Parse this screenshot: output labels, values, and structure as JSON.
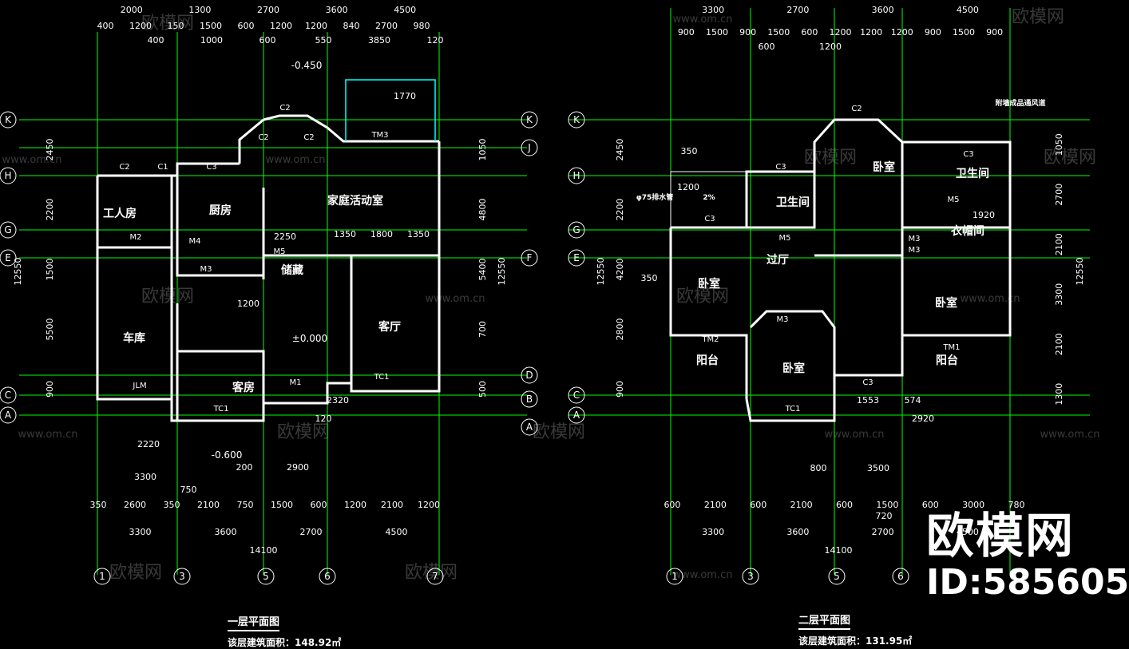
{
  "plans": [
    {
      "title": "一层平面图",
      "area_label": "该层建筑面积：148.92㎡",
      "rooms": [
        "工人房",
        "厨房",
        "家庭活动室",
        "车库",
        "储藏",
        "客厅",
        "客房"
      ],
      "level_marks": [
        "-0.450",
        "±0.000",
        "-0.600"
      ],
      "top_dims_row1": [
        "2000",
        "1300",
        "2700",
        "3600",
        "4500"
      ],
      "top_dims_row2": [
        "400",
        "1200",
        "150",
        "1500",
        "600",
        "1200",
        "1200",
        "840",
        "2700",
        "980"
      ],
      "top_dims_row3": [
        "400",
        "1000",
        "600",
        "550",
        "3850",
        "120"
      ],
      "bottom_dims_row1": [
        "350",
        "2600",
        "350",
        "2100",
        "750",
        "1500",
        "600",
        "1200",
        "2100",
        "1200"
      ],
      "bottom_dims_row2": [
        "3300",
        "3600",
        "2700",
        "4500"
      ],
      "bottom_total": "14100",
      "left_dims": [
        "2450",
        "2200",
        "1500",
        "5500",
        "900"
      ],
      "left_total": "12550",
      "right_dims": [
        "1050",
        "4800",
        "5400",
        "700",
        "500"
      ],
      "right_total": "12550",
      "axis_left": [
        "K",
        "H",
        "G",
        "E",
        "C",
        "A"
      ],
      "axis_right": [
        "K",
        "J",
        "F",
        "D",
        "B",
        "A"
      ],
      "axis_bottom": [
        "1",
        "3",
        "5",
        "6",
        "7"
      ],
      "window_labels": [
        "C2",
        "C1",
        "C3",
        "C2",
        "C2",
        "C2",
        "TM3",
        "TC1",
        "TC1",
        "JLM",
        "M1",
        "M2",
        "M3",
        "M4",
        "M5"
      ],
      "inner_dims": [
        "1770",
        "1350",
        "1800",
        "1350",
        "1200",
        "2250",
        "2220",
        "3300",
        "2900",
        "2320",
        "120",
        "750",
        "200"
      ]
    },
    {
      "title": "二层平面图",
      "area_label": "该层建筑面积：131.95㎡",
      "rooms": [
        "卧室",
        "卫生间",
        "卫生间",
        "衣帽间",
        "过厅",
        "卧室",
        "卧室",
        "卧室",
        "阳台",
        "阳台"
      ],
      "notes": [
        "附墙成品通风道",
        "φ75排水管",
        "2%"
      ],
      "top_dims_row1": [
        "3300",
        "2700",
        "3600",
        "4500"
      ],
      "top_dims_row2": [
        "900",
        "1500",
        "900",
        "1500",
        "600",
        "1200",
        "1200",
        "1200",
        "900",
        "1500",
        "900"
      ],
      "top_dims_row3": [
        "600",
        "1200"
      ],
      "bottom_dims_row1": [
        "600",
        "2100",
        "600",
        "2100",
        "600",
        "1500",
        "600",
        "3000",
        "780"
      ],
      "bottom_dims_row2": [
        "3300",
        "3600",
        "2700",
        "4500"
      ],
      "bottom_total": "14100",
      "left_dims": [
        "2450",
        "2200",
        "4200",
        "2800",
        "900"
      ],
      "left_total": "12550",
      "right_dims": [
        "1050",
        "2700",
        "2100",
        "3300",
        "2100",
        "1300"
      ],
      "right_total": "12550",
      "axis_left": [
        "K",
        "H",
        "G",
        "E",
        "C",
        "A"
      ],
      "axis_bottom": [
        "1",
        "3",
        "5",
        "6"
      ],
      "window_labels": [
        "C2",
        "C3",
        "C3",
        "C3",
        "C3",
        "TM2",
        "TM1",
        "TC1",
        "M3",
        "M3",
        "M3",
        "M5",
        "M5"
      ],
      "inner_dims": [
        "350",
        "1200",
        "1920",
        "1553",
        "574",
        "2920",
        "800",
        "3500",
        "350",
        "720"
      ]
    }
  ],
  "watermark": {
    "brand": "欧模网",
    "id": "ID:585605",
    "url": "www.om.cn"
  },
  "colors": {
    "background": "#000000",
    "walls": "#ffffff",
    "grid": "#00ff00",
    "furniture": "#00ffff",
    "dims": "#ffffff",
    "accent_magenta": "#ff00ff"
  }
}
